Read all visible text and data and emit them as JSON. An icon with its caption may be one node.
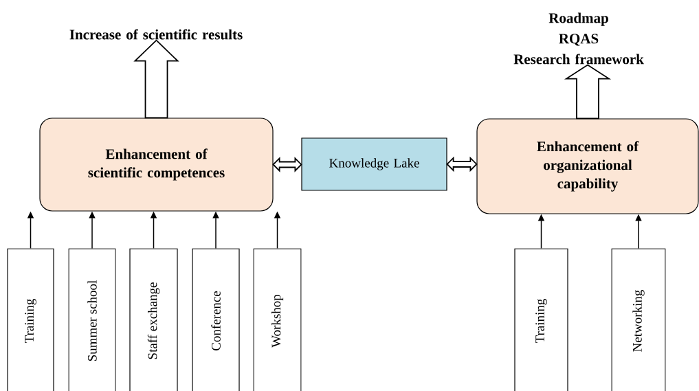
{
  "diagram": {
    "nodes": [
      {
        "text": [
          "Increase of scientific results"
        ]
      },
      {
        "text": [
          "Roadmap",
          "RQAS",
          "Research framework"
        ]
      },
      {
        "text": [
          "Enhancement of scientific competences"
        ]
      },
      {
        "text": [
          "Knowledge Lake"
        ]
      },
      {
        "text": [
          "Enhancement of organizational capability"
        ]
      },
      {
        "text": [
          "Training"
        ]
      },
      {
        "text": [
          "Summer school"
        ]
      },
      {
        "text": [
          "Staff exchange"
        ]
      },
      {
        "text": [
          "Conference"
        ]
      },
      {
        "text": [
          "Workshop"
        ]
      },
      {
        "text": [
          "Training"
        ]
      },
      {
        "text": [
          "Networking"
        ]
      }
    ],
    "edges": [
      {
        "from": 2,
        "to": 0,
        "arrow": "to",
        "style": "thick"
      },
      {
        "from": 4,
        "to": 1,
        "arrow": "to",
        "style": "thick"
      },
      {
        "from": 2,
        "to": 3,
        "arrow": "both",
        "style": "thick"
      },
      {
        "from": 3,
        "to": 4,
        "arrow": "both",
        "style": "thick"
      },
      {
        "from": 5,
        "to": 2,
        "arrow": "to"
      },
      {
        "from": 6,
        "to": 2,
        "arrow": "to"
      },
      {
        "from": 7,
        "to": 2,
        "arrow": "to"
      },
      {
        "from": 8,
        "to": 2,
        "arrow": "to"
      },
      {
        "from": 9,
        "to": 2,
        "arrow": "to"
      },
      {
        "from": 10,
        "to": 4,
        "arrow": "to"
      },
      {
        "from": 11,
        "to": 4,
        "arrow": "to"
      }
    ]
  }
}
